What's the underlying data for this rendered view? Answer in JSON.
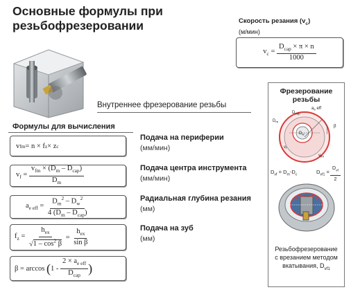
{
  "title_line1": "Основные формулы при",
  "title_line2": "резьбофрезеровании",
  "speed": {
    "title": "Скорость резания (v",
    "title_sub": "c",
    "title_end": ")",
    "unit": "(м/мин)",
    "lhs": "v",
    "lhs_sub": "c",
    "num": "D",
    "num_sub": "cap",
    "num_rest": " × π × n",
    "den": "1000"
  },
  "image_caption": "Внутреннее фрезерование резьбы",
  "section_title": "Формулы для вычисления",
  "items": [
    {
      "head": "Подача на периферии",
      "unit": "(мм/мин)"
    },
    {
      "head": "Подача центра инструмента",
      "unit": "(мм/мин)"
    },
    {
      "head": "Радиальная глубина резания",
      "unit": "(мм)"
    },
    {
      "head": "Подача на зуб",
      "unit": "(мм)"
    }
  ],
  "f1": "v",
  "f1_sub": "fm",
  "f1_rest": " = n × f",
  "f1_z": "z",
  "f1_x": " × z",
  "f1_c": "c",
  "panel": {
    "title1": "Фрезерование",
    "title2": "резьбы",
    "caption1": "Резьбофрезерование",
    "caption2": "с врезанием методом",
    "caption3": "вкатывания, D",
    "caption3_sub": "vf1"
  },
  "diagram": {
    "ae": "a",
    "ae_sub": "e",
    "eff": "eff",
    "dcap": "D",
    "dcap_sub": "cap",
    "dm": "D",
    "dm_sub": "m",
    "dw": "D",
    "dw_sub": "w",
    "vf": "v",
    "vf_sub": "f",
    "vfm": "v",
    "vfm_sub": "fm",
    "beta": "β",
    "dvf_label": "D",
    "dvf_sub": "vf",
    "dvf_rest": " = D",
    "dvf_m": "m",
    "dvf_minus": "-D",
    "dvf_c": "c",
    "dvf1": "D",
    "dvf1_sub": "vf1",
    "eq": " = ",
    "dvf_frac_num": "D",
    "dvf_frac_num_sub": "vf",
    "dvf_frac_den": "2"
  },
  "colors": {
    "accent_red": "#d63a3a",
    "panel_border": "#777777",
    "steel": "#b8bcc0"
  }
}
